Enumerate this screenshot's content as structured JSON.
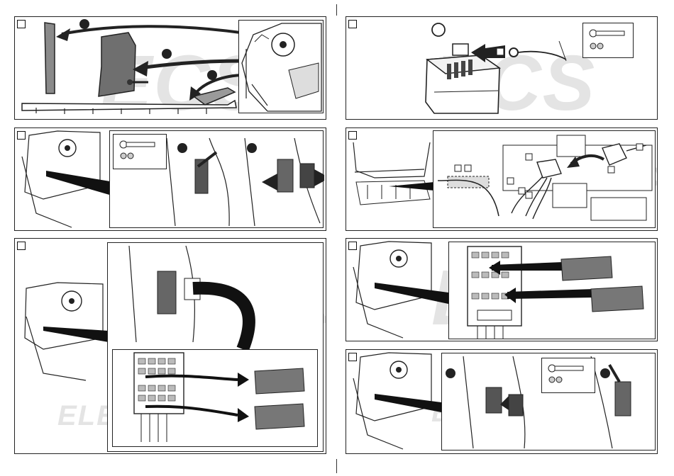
{
  "watermark": {
    "brand": "ECS",
    "sub": "ELECTRONICS",
    "sub_fragment_a": "ECTRONIC",
    "sub_fragment_b": "ELECTRONIC"
  },
  "steps": [
    {
      "id": 1,
      "label": ""
    },
    {
      "id": 2,
      "label": ""
    },
    {
      "id": 3,
      "label": ""
    },
    {
      "id": 4,
      "label": ""
    },
    {
      "id": 5,
      "label": ""
    },
    {
      "id": 6,
      "label": ""
    },
    {
      "id": 7,
      "label": ""
    }
  ],
  "icons": {
    "battery_terminal_symbol": "+",
    "tool": "ratchet-wrench-icon"
  },
  "colors": {
    "stroke": "#222222",
    "watermark": "#e4e4e4",
    "dark_fill": "#555555"
  }
}
